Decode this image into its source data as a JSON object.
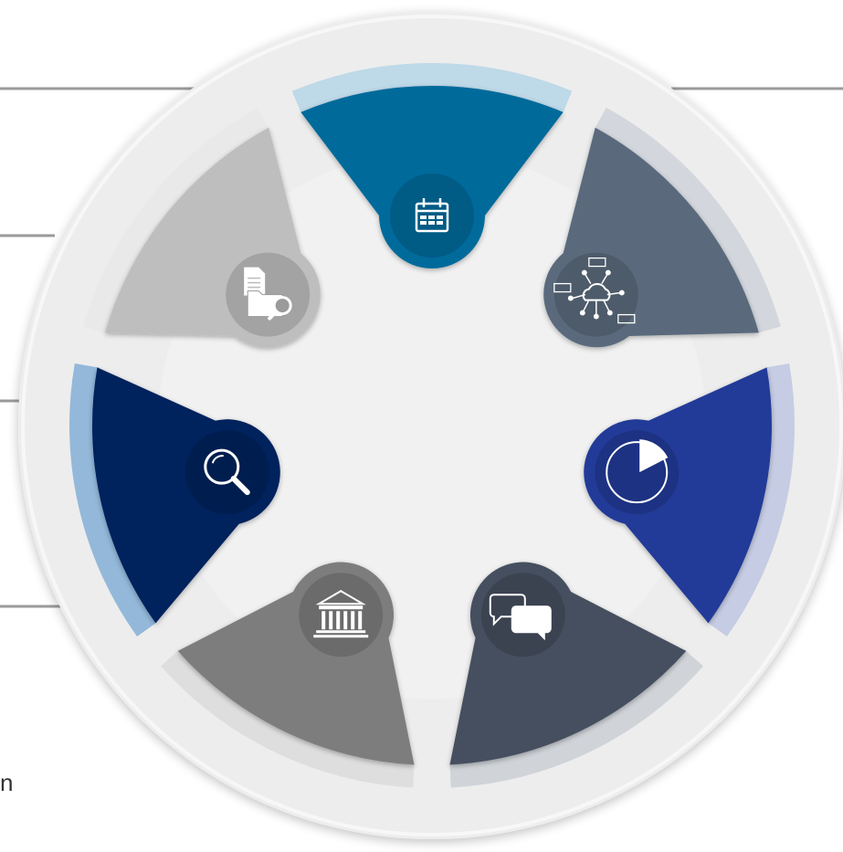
{
  "diagram": {
    "segments": [
      {
        "id": "schedule",
        "icon": "calendar-icon",
        "color": "#016A9B",
        "rim_color": "#BED9E8"
      },
      {
        "id": "cloud-data",
        "icon": "cloud-network-icon",
        "color": "#5A6A7C",
        "rim_color": "#D3D7DD"
      },
      {
        "id": "analytics",
        "icon": "pie-chart-icon",
        "color": "#243B98",
        "rim_color": "#C6CCE3"
      },
      {
        "id": "communication",
        "icon": "chat-bubbles-icon",
        "color": "#44505E",
        "rim_color": "#D0D4D9"
      },
      {
        "id": "institution",
        "icon": "bank-building-icon",
        "color": "#7D7D7D",
        "rim_color": "#DEDEDE"
      },
      {
        "id": "research",
        "icon": "magnifier-icon",
        "color": "#06205D",
        "rim_color": "#93B8DA"
      },
      {
        "id": "documents",
        "icon": "document-folder-search-icon",
        "color": "#BEBEBE",
        "rim_color": "#E9E9E9"
      }
    ],
    "outer_ring_color": "#EDEDED",
    "hub_color": "#F1F1F1"
  },
  "stray_text": "n"
}
